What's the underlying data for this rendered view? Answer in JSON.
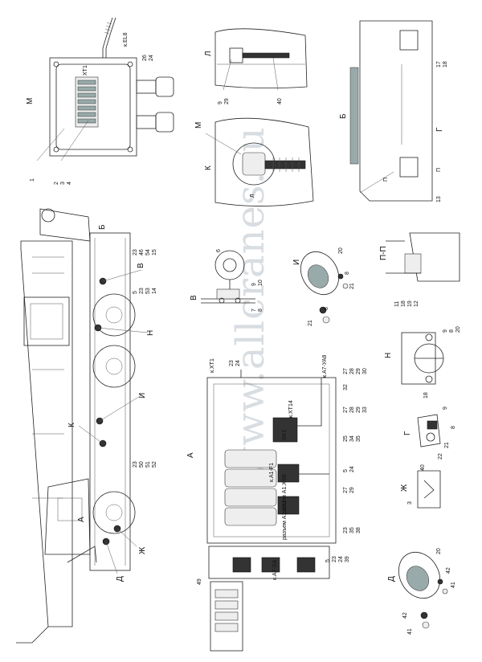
{
  "watermark": "www.allcranes.ru",
  "views": {
    "m": "М",
    "l": "Л",
    "b": "Б",
    "k": "К",
    "v": "В",
    "i": "И",
    "a": "А",
    "n": "Н",
    "g": "Г",
    "zh": "Ж",
    "d": "Д",
    "pp": "П-П",
    "p": "П",
    "r_arrow": "Л"
  },
  "refs": {
    "r1": "1",
    "r2": "2",
    "r3": "3",
    "r4": "4",
    "r24": "24",
    "r26": "26",
    "kel8": "к.EL8",
    "xt1": "XT1",
    "r9": "9",
    "r29": "29",
    "r40": "40",
    "r17": "17",
    "r18": "18",
    "r13": "13",
    "r23": "23",
    "r46": "46",
    "r54": "54",
    "r15": "15",
    "r5": "5",
    "r53": "53",
    "r14": "14",
    "r50": "50",
    "r51": "51",
    "r52": "52",
    "r6": "6",
    "r10": "10",
    "r7": "7",
    "r8": "8",
    "r20": "20",
    "r21": "21",
    "kxt1": "к.XT1",
    "ka7ua8": "к.A7-УА8",
    "r27": "27",
    "r28": "28",
    "r30": "30",
    "r32": "32",
    "r33": "33",
    "r25": "25",
    "r34": "34",
    "r35": "35",
    "r38": "38",
    "r39": "39",
    "kxt14": "к.XT14",
    "xk1": "XK1",
    "ka1f1": "к.A1-F1",
    "k_a1_xs8": "разъем A1.XS8",
    "k_a1_xk1": "разъем A1.XK1",
    "r49": "49",
    "ka7sa": "к.A7-SA",
    "r11": "11",
    "r19": "19",
    "r12": "12",
    "r22": "22",
    "r41": "41",
    "r42": "42"
  }
}
